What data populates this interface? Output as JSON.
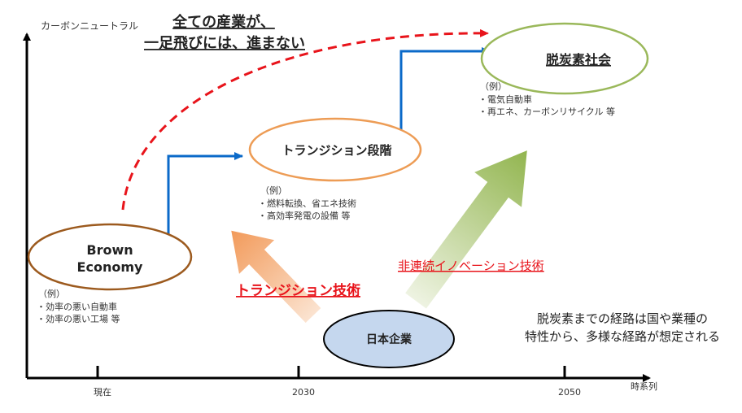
{
  "axes": {
    "y_label": "カーボンニュートラル",
    "x_label": "時系列",
    "ticks": [
      "現在",
      "2030",
      "2050"
    ]
  },
  "headline": {
    "line1": "全ての産業が、",
    "line2": "一足飛びには、進まない"
  },
  "stages": {
    "brown": {
      "line1": "Brown",
      "line2": "Economy",
      "example_header": "（例）",
      "examples": [
        "・効率の悪い自動車",
        "・効率の悪い工場 等"
      ]
    },
    "transition": {
      "label": "トランジション段階",
      "example_header": "（例）",
      "examples": [
        "・燃料転換、省エネ技術",
        "・高効率発電の設備 等"
      ]
    },
    "decarbonized": {
      "label": "脱炭素社会",
      "example_header": "（例）",
      "examples": [
        "・電気自動車",
        "・再エネ、カーボンリサイクル 等"
      ]
    }
  },
  "arrows": {
    "transition_tech": "トランジション技術",
    "disruptive_innovation": "非連続イノベーション技術"
  },
  "company": "日本企業",
  "note": {
    "line1": "脱炭素までの経路は国や業種の",
    "line2": "特性から、多様な経路が想定される"
  },
  "colors": {
    "red": "#e8141b",
    "blue": "#0b6ac9",
    "brown": "#9c5a1e",
    "orange": "#ed9c55",
    "green": "#9ab85a",
    "company_fill": "#c5d7ee"
  }
}
